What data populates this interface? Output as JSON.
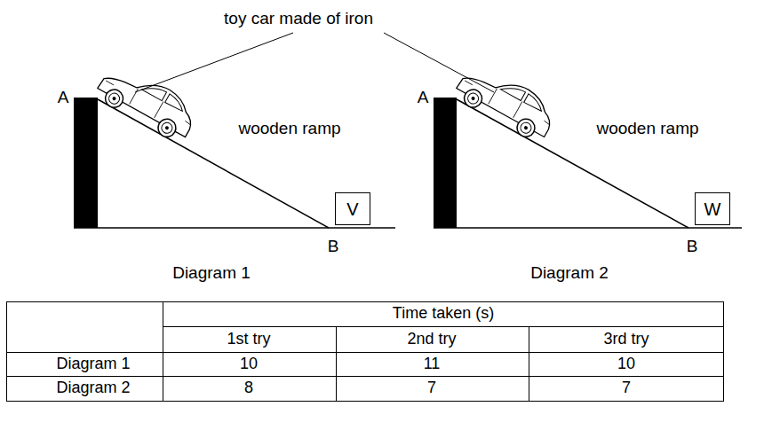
{
  "diagram": {
    "nodes": [
      {
        "text": [
          "V"
        ]
      },
      {
        "text": [
          "W"
        ]
      }
    ],
    "labels": [
      "toy car made of iron",
      "A",
      "wooden ramp",
      "B",
      "Diagram 1",
      "A",
      "wooden ramp",
      "B",
      "Diagram 2",
      "Time taken (s)",
      "1st try",
      "2nd try",
      "3rd try",
      "Diagram 1",
      "10",
      "11",
      "10",
      "Diagram 2",
      "8",
      "7",
      "7"
    ]
  }
}
